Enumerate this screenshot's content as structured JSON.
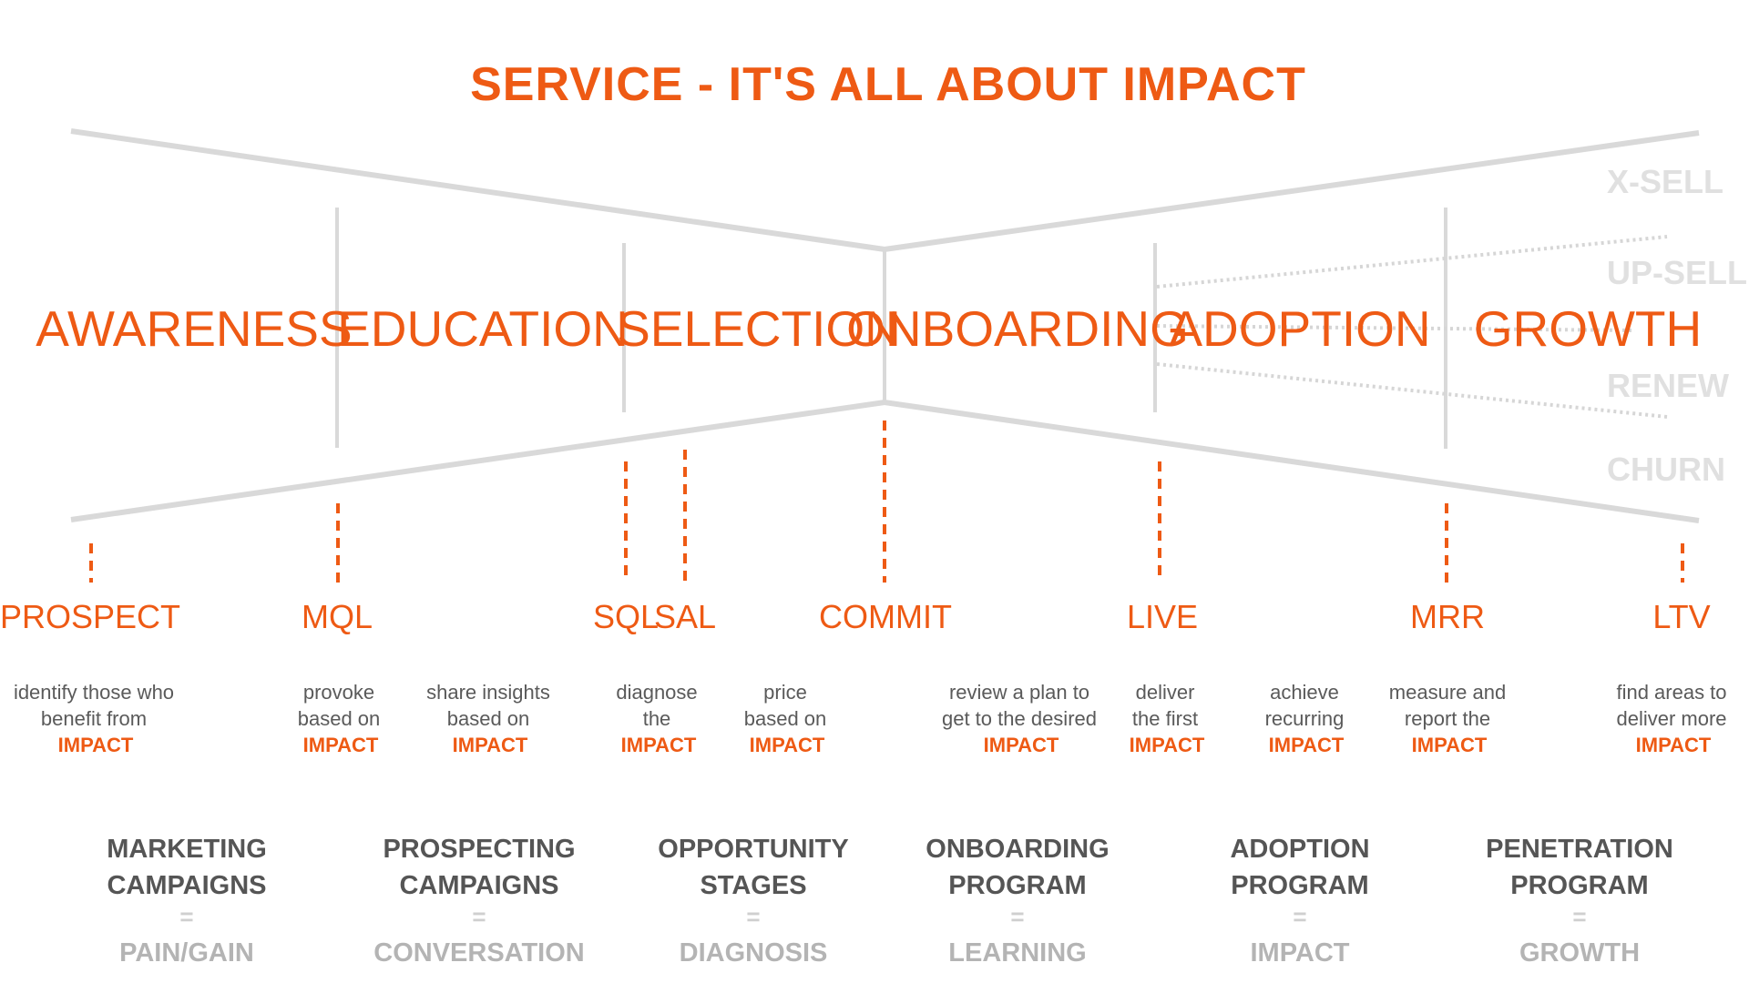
{
  "title": "SERVICE - IT'S ALL ABOUT IMPACT",
  "colors": {
    "accent": "#ee5a14",
    "line": "#d9d9d9",
    "retention_text": "#e0e0e0",
    "body_text": "#5a5a5a"
  },
  "stages": [
    "AWARENESS",
    "EDUCATION",
    "SELECTION",
    "ONBOARDING",
    "ADOPTION",
    "GROWTH"
  ],
  "retention": [
    "X-SELL",
    "UP-SELL",
    "RENEW",
    "CHURN"
  ],
  "milestones": [
    "PROSPECT",
    "MQL",
    "SQL",
    "SAL",
    "COMMIT",
    "LIVE",
    "MRR",
    "LTV"
  ],
  "descriptions": [
    {
      "lines": [
        "identify those who",
        "benefit from"
      ],
      "impact": "IMPACT"
    },
    {
      "lines": [
        "provoke",
        "based on"
      ],
      "impact": "IMPACT"
    },
    {
      "lines": [
        "share insights",
        "based on"
      ],
      "impact": "IMPACT"
    },
    {
      "lines": [
        "diagnose",
        "the"
      ],
      "impact": "IMPACT"
    },
    {
      "lines": [
        "price",
        "based on"
      ],
      "impact": "IMPACT"
    },
    {
      "lines": [
        "review a plan to",
        "get to the desired"
      ],
      "impact": "IMPACT"
    },
    {
      "lines": [
        "deliver",
        "the first"
      ],
      "impact": "IMPACT"
    },
    {
      "lines": [
        "achieve",
        "recurring"
      ],
      "impact": "IMPACT"
    },
    {
      "lines": [
        "measure and",
        "report the"
      ],
      "impact": "IMPACT"
    },
    {
      "lines": [
        "find areas to",
        "deliver more"
      ],
      "impact": "IMPACT"
    }
  ],
  "programs": [
    {
      "line1": "MARKETING",
      "line2": "CAMPAIGNS",
      "eq": "=",
      "result": "PAIN/GAIN"
    },
    {
      "line1": "PROSPECTING",
      "line2": "CAMPAIGNS",
      "eq": "=",
      "result": "CONVERSATION"
    },
    {
      "line1": "OPPORTUNITY",
      "line2": "STAGES",
      "eq": "=",
      "result": "DIAGNOSIS"
    },
    {
      "line1": "ONBOARDING",
      "line2": "PROGRAM",
      "eq": "=",
      "result": "LEARNING"
    },
    {
      "line1": "ADOPTION",
      "line2": "PROGRAM",
      "eq": "=",
      "result": "IMPACT"
    },
    {
      "line1": "PENETRATION",
      "line2": "PROGRAM",
      "eq": "=",
      "result": "GROWTH"
    }
  ]
}
